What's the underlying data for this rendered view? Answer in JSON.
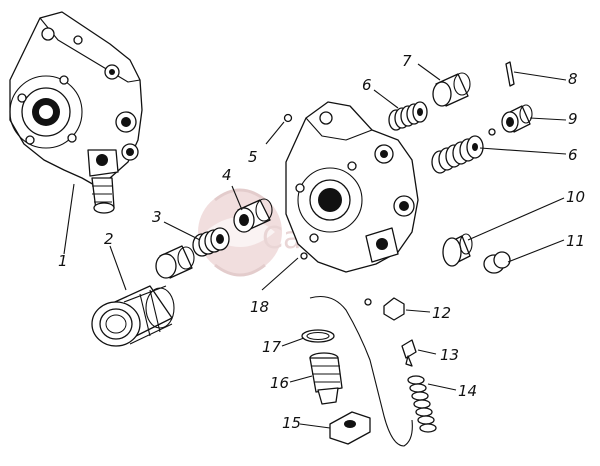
{
  "diagram": {
    "watermark": {
      "text": "Car"
    },
    "callouts": [
      {
        "id": "c1",
        "text": "1"
      },
      {
        "id": "c2",
        "text": "2"
      },
      {
        "id": "c3",
        "text": "3"
      },
      {
        "id": "c4",
        "text": "4"
      },
      {
        "id": "c5",
        "text": "5"
      },
      {
        "id": "c6a",
        "text": "6"
      },
      {
        "id": "c6b",
        "text": "6"
      },
      {
        "id": "c7",
        "text": "7"
      },
      {
        "id": "c8",
        "text": "8"
      },
      {
        "id": "c9",
        "text": "9"
      },
      {
        "id": "c10",
        "text": "10"
      },
      {
        "id": "c11",
        "text": "11"
      },
      {
        "id": "c12",
        "text": "12"
      },
      {
        "id": "c13",
        "text": "13"
      },
      {
        "id": "c14",
        "text": "14"
      },
      {
        "id": "c15",
        "text": "15"
      },
      {
        "id": "c16",
        "text": "16"
      },
      {
        "id": "c17",
        "text": "17"
      },
      {
        "id": "c18",
        "text": "18"
      }
    ]
  }
}
